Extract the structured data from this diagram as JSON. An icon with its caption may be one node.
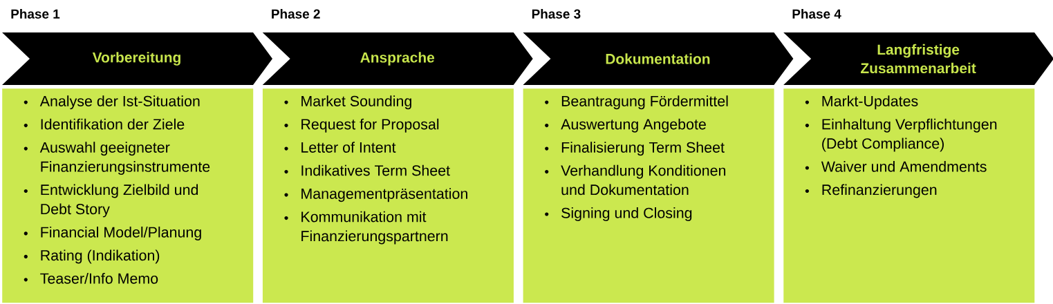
{
  "diagram": {
    "nodes": [
      {
        "text": [
          "Vorbereitung"
        ],
        "beside": [
          "Phase 1"
        ]
      },
      {
        "text": [
          "Analyse der Ist-Situation",
          "Identifikation der Ziele",
          "Auswahl geeigneter Finanzierungsinstrumente",
          "Entwicklung Zielbild und Debt Story",
          "Financial Model/Planung",
          "Rating (Indikation)",
          "Teaser/Info Memo"
        ]
      },
      {
        "text": [
          "Ansprache"
        ],
        "beside": [
          "Phase 2"
        ]
      },
      {
        "text": [
          "Market Sounding",
          "Request for Proposal",
          "Letter of Intent",
          "Indikatives Term Sheet",
          "Managementpräsentation",
          "Kommunikation mit Finanzierungspartnern"
        ]
      },
      {
        "text": [
          "Dokumentation"
        ],
        "beside": [
          "Phase 3"
        ]
      },
      {
        "text": [
          "Beantragung Fördermittel",
          "Auswertung Angebote",
          "Finalisierung Term Sheet",
          "Verhandlung Konditionen und Dokumentation",
          "Signing und Closing"
        ]
      },
      {
        "text": [
          "Langfristige Zusammenarbeit"
        ],
        "beside": [
          "Phase 4"
        ]
      },
      {
        "text": [
          "Markt-Updates",
          "Einhaltung Verpflichtungen (Debt Compliance)",
          "Waiver und Amendments",
          "Refinanzierungen"
        ]
      }
    ],
    "edges": []
  }
}
